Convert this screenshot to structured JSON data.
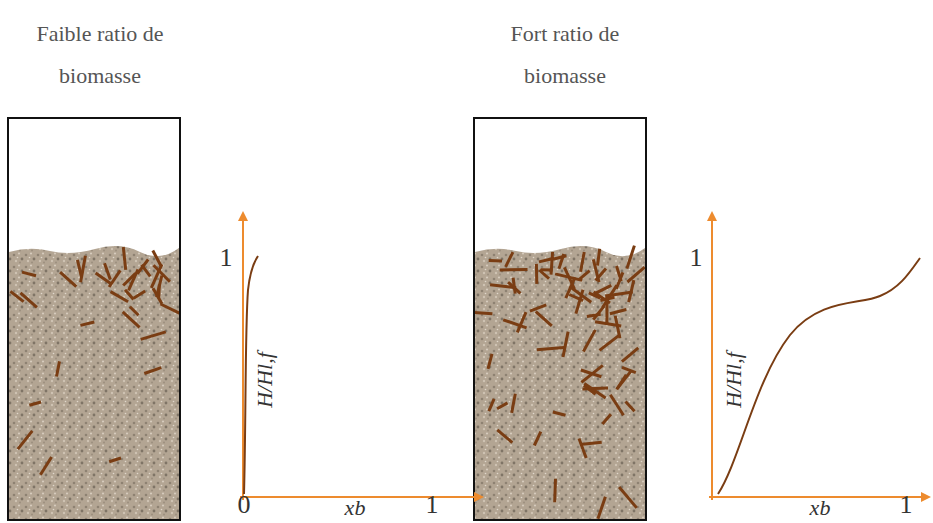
{
  "diagram": {
    "labels": [
      "Faible ratio de biomasse",
      "1",
      "H/Hl,f",
      "0",
      "xb",
      "1",
      "Fort ratio de biomasse",
      "1",
      "H/Hl,f",
      "xb",
      "1"
    ]
  }
}
